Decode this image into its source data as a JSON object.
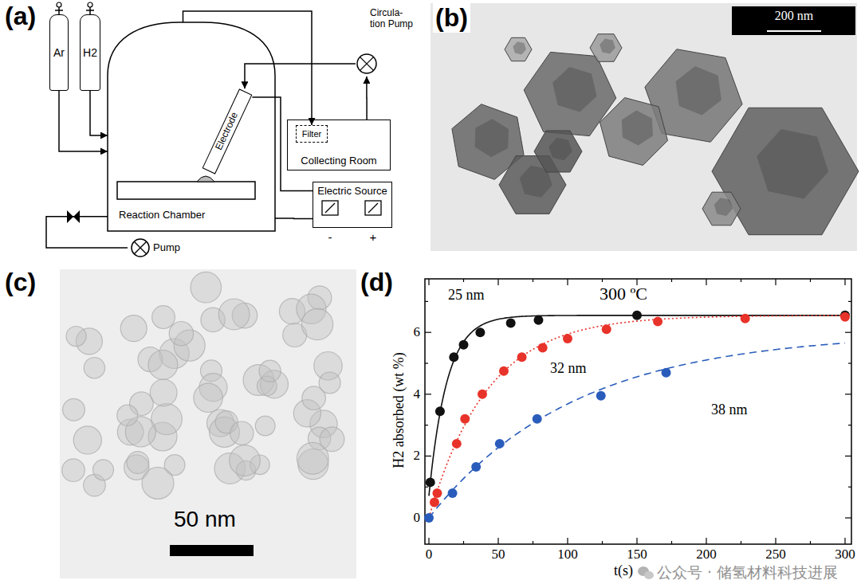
{
  "diagram": {
    "nodes": [
      {
        "text": [
          "Ar"
        ]
      },
      {
        "text": [
          "H2"
        ]
      },
      {
        "text": [
          "Reaction Chamber"
        ]
      },
      {
        "text": [
          "Electrode"
        ],
        "in": 2
      },
      {
        "text": [
          "Collecting Room"
        ]
      },
      {
        "text": [
          "Filter"
        ],
        "in": 4
      },
      {
        "text": [
          "Circula- tion Pump"
        ]
      },
      {
        "text": [
          "Electric Source"
        ]
      },
      {
        "text": [
          "Pump"
        ]
      }
    ],
    "edges": [
      {
        "from": 0,
        "to": 2,
        "arrow": "to"
      },
      {
        "from": 1,
        "to": 2,
        "arrow": "to"
      },
      {
        "from": 2,
        "to": 5,
        "arrow": "to"
      },
      {
        "from": 4,
        "to": 6,
        "arrow": "to"
      },
      {
        "from": 6,
        "to": 3,
        "arrow": "to"
      },
      {
        "from": 7,
        "to": 3,
        "arrow": "none"
      },
      {
        "from": 7,
        "to": 2,
        "arrow": "none"
      },
      {
        "from": 8,
        "to": 2,
        "arrow": "none"
      }
    ],
    "labels": [
      "(a)",
      "(b)",
      "(c)",
      "(d)",
      "-",
      "+",
      "200 nm",
      "50 nm",
      "300 ºC",
      "25 nm",
      "32 nm",
      "38 nm",
      "H2 absorbed (wt %)",
      "0",
      "2",
      "4",
      "6",
      "0",
      "50",
      "100",
      "150",
      "200",
      "250",
      "300",
      "t(s)",
      "公众号 · 储氢材料科技进展"
    ]
  }
}
